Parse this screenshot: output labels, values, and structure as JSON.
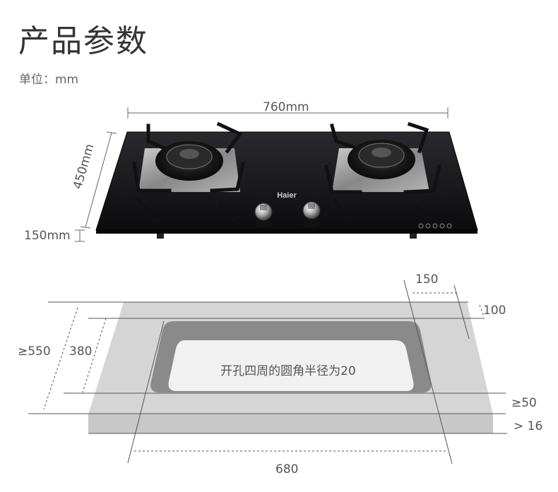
{
  "title": "产品参数",
  "unit_label": "单位：mm",
  "product_dimensions": {
    "width": "760mm",
    "depth": "450mm",
    "height": "150mm"
  },
  "brand_logo": "Haier",
  "cutout": {
    "outer_depth": "≥550",
    "hole_depth": "380",
    "hole_width": "680",
    "side_margin": "150",
    "back_margin": "100",
    "front_margin": "≥50",
    "thickness": "> 16",
    "corner_note": "开孔四周的圆角半径为20"
  }
}
